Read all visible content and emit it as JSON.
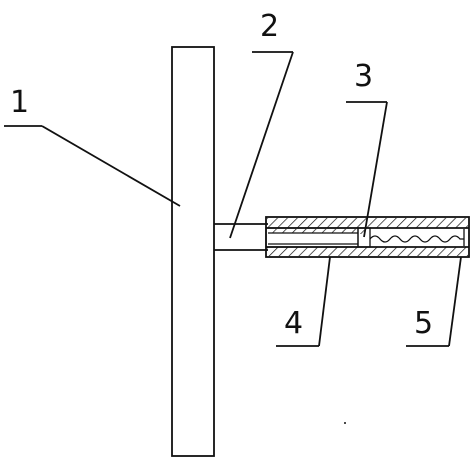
{
  "labels": {
    "part1": "1",
    "part2": "2",
    "part3": "3",
    "part4": "4",
    "part5": "5"
  },
  "colors": {
    "stroke": "#111111",
    "background": "#ffffff"
  }
}
